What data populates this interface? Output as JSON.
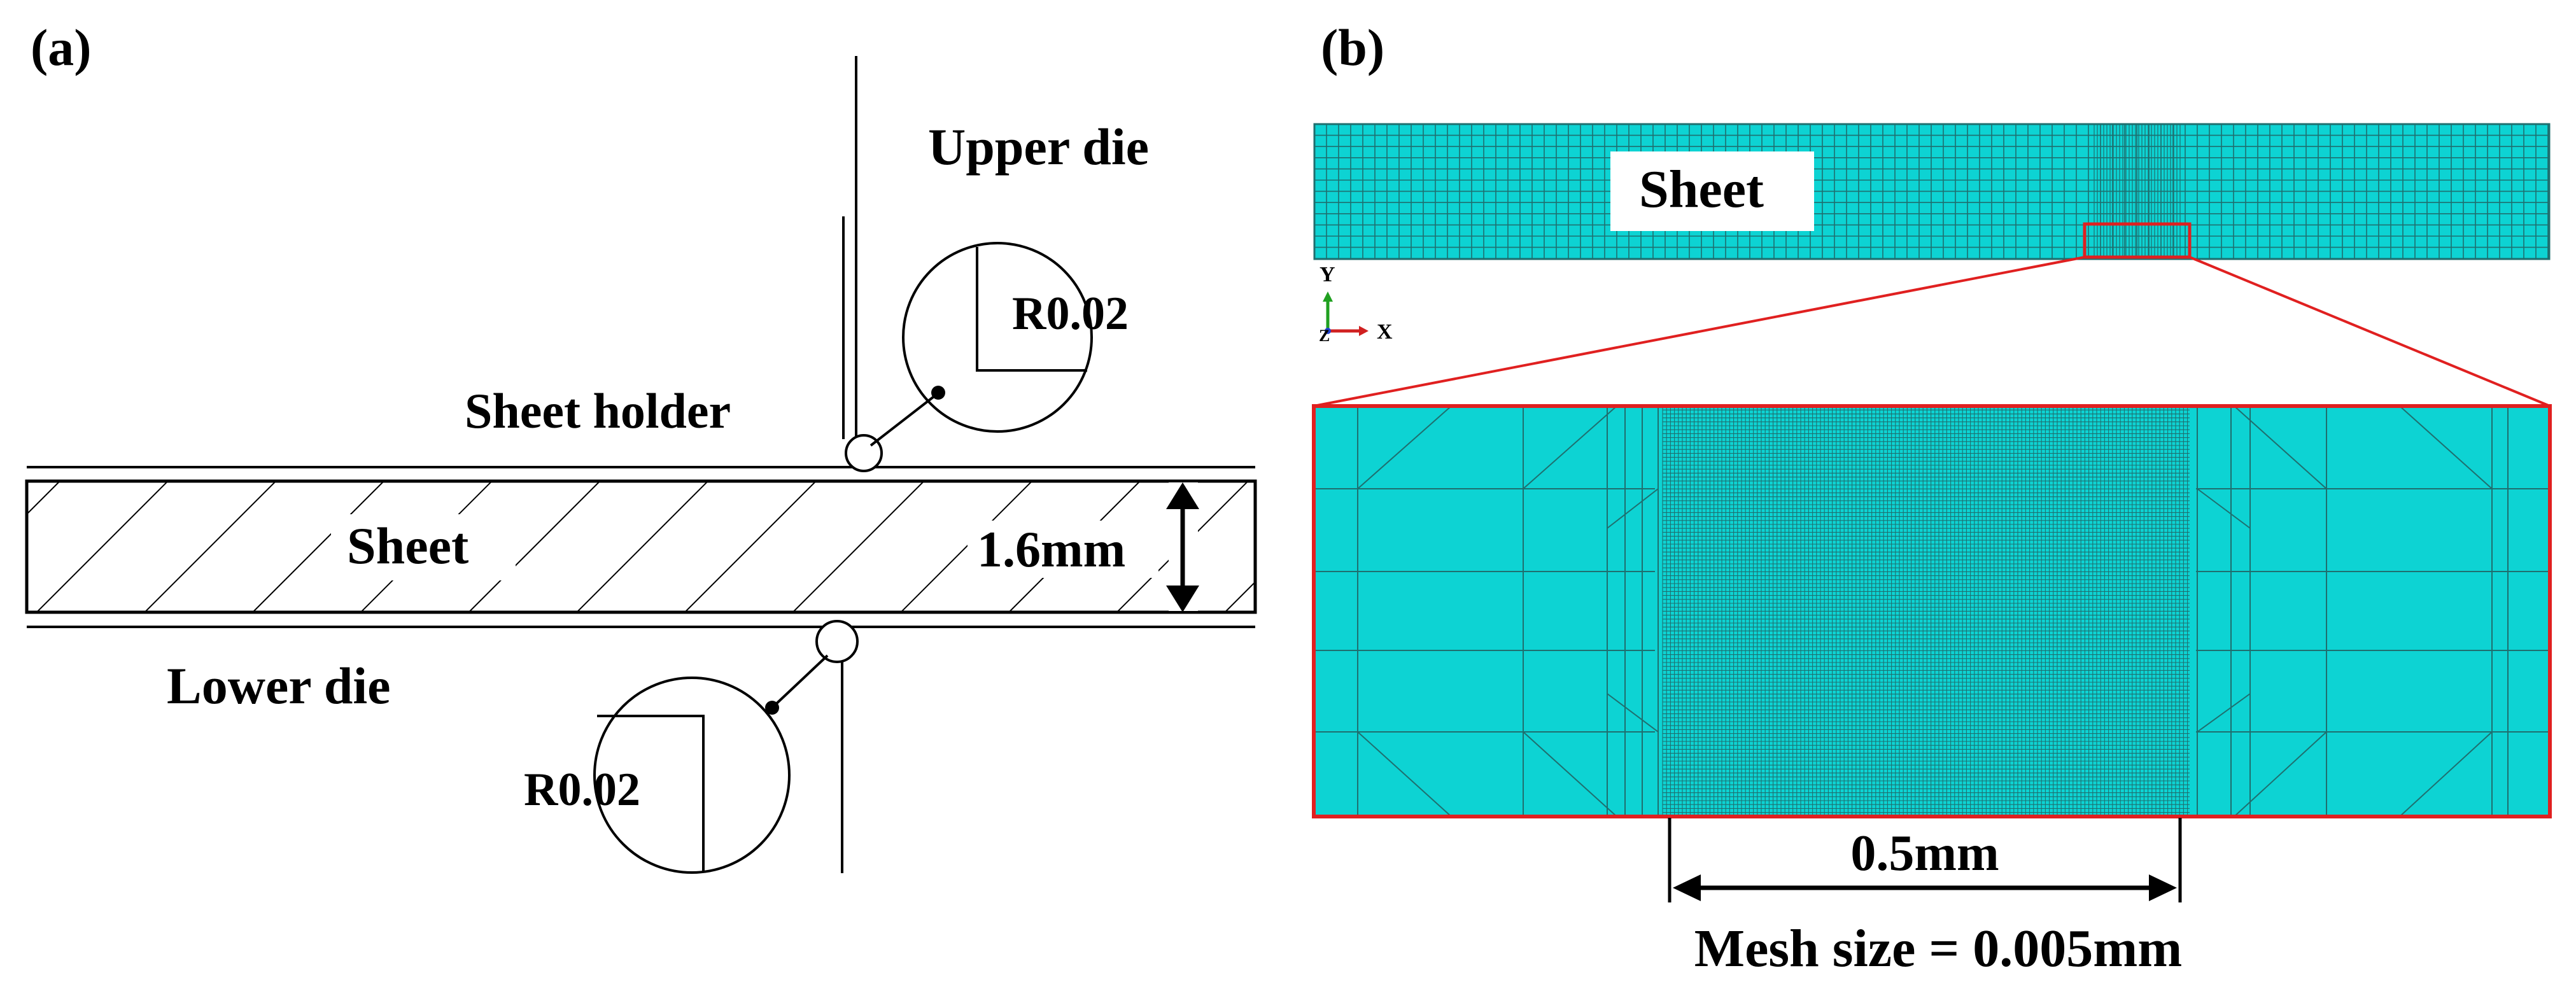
{
  "panels": {
    "a": {
      "label": "(a)",
      "upper_die": "Upper die",
      "upper_radius": "R0.02",
      "sheet_holder": "Sheet holder",
      "sheet": "Sheet",
      "thickness": "1.6mm",
      "lower_die": "Lower die",
      "lower_radius": "R0.02"
    },
    "b": {
      "label": "(b)",
      "sheet": "Sheet",
      "axis_y": "Y",
      "axis_x": "X",
      "axis_z": "Z",
      "width_dim": "0.5mm",
      "mesh_size": "Mesh size = 0.005mm"
    }
  },
  "colors": {
    "mesh_fill": "#0dd3d3",
    "mesh_line": "#1f6f6f",
    "highlight": "#e02020",
    "axis_x": "#d02020",
    "axis_y": "#20a020",
    "axis_z": "#2040d0"
  }
}
